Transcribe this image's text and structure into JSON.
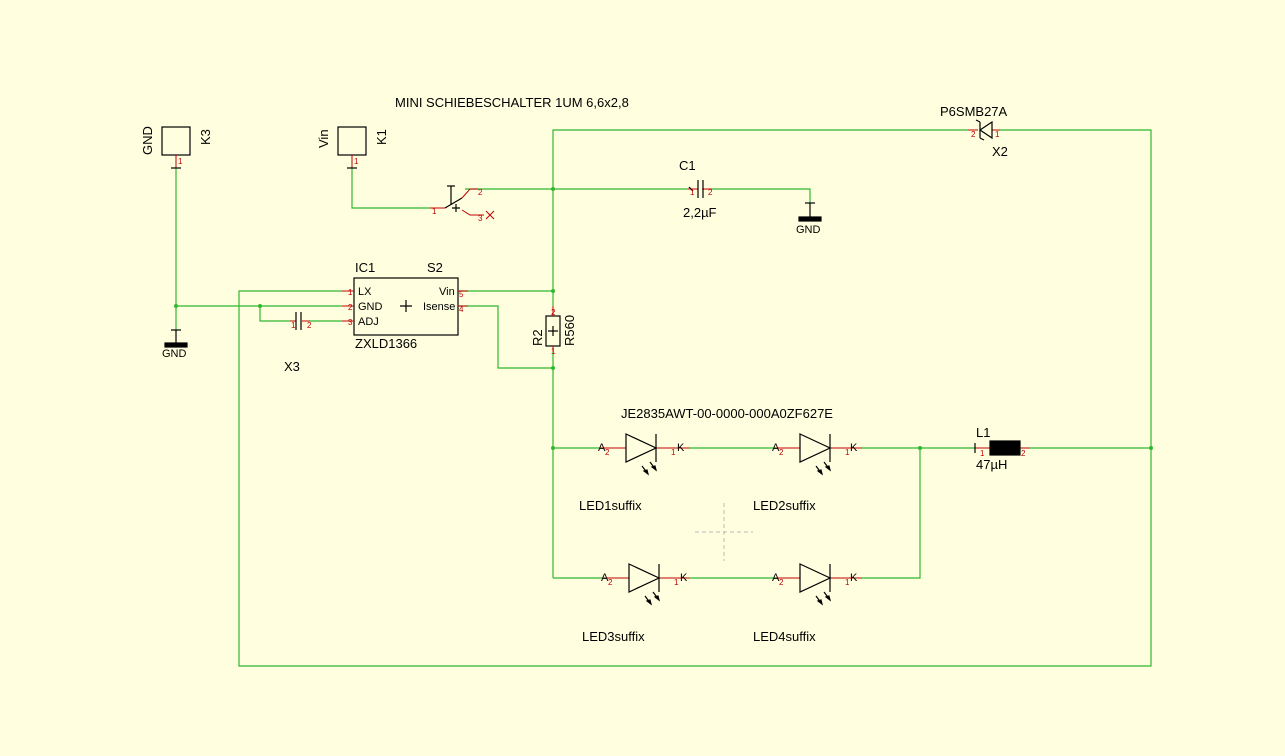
{
  "switch_label": "MINI SCHIEBESCHALTER 1UM 6,6x2,8",
  "k3": {
    "ref": "K3",
    "net": "GND",
    "pin": "1"
  },
  "k1": {
    "ref": "K1",
    "net": "Vin",
    "pin": "1"
  },
  "ic1": {
    "ref": "IC1",
    "value": "ZXLD1366",
    "pins": {
      "lx": "LX",
      "gnd": "GND",
      "adj": "ADJ",
      "vin": "Vin",
      "isense": "Isense"
    },
    "pin_numbers": {
      "lx": "1",
      "gnd": "2",
      "adj": "3",
      "vin": "5",
      "isense": "4"
    }
  },
  "s2": {
    "ref": "S2",
    "pins": [
      "1",
      "2",
      "3"
    ]
  },
  "c1": {
    "ref": "C1",
    "value": "2,2µF",
    "pins": [
      "1",
      "2"
    ]
  },
  "x3": {
    "ref": "X3",
    "pins": [
      "1",
      "2"
    ]
  },
  "gnd_symbols": [
    "GND",
    "GND"
  ],
  "r2": {
    "ref": "R2",
    "value": "R560",
    "pins": [
      "1",
      "2"
    ]
  },
  "x2": {
    "ref": "X2",
    "value": "P6SMB27A",
    "pins": [
      "1",
      "2"
    ]
  },
  "led_part": "JE2835AWT-00-0000-000A0ZF627E",
  "leds": [
    {
      "name": "LED1suffix",
      "anode": "A",
      "cathode": "K",
      "anode_pin": "2",
      "cathode_pin": "1"
    },
    {
      "name": "LED2suffix",
      "anode": "A",
      "cathode": "K",
      "anode_pin": "2",
      "cathode_pin": "1"
    },
    {
      "name": "LED3suffix",
      "anode": "A",
      "cathode": "K",
      "anode_pin": "2",
      "cathode_pin": "1"
    },
    {
      "name": "LED4suffix",
      "anode": "A",
      "cathode": "K",
      "anode_pin": "2",
      "cathode_pin": "1"
    }
  ],
  "l1": {
    "ref": "L1",
    "value": "47µH",
    "pins": [
      "1",
      "2"
    ]
  }
}
